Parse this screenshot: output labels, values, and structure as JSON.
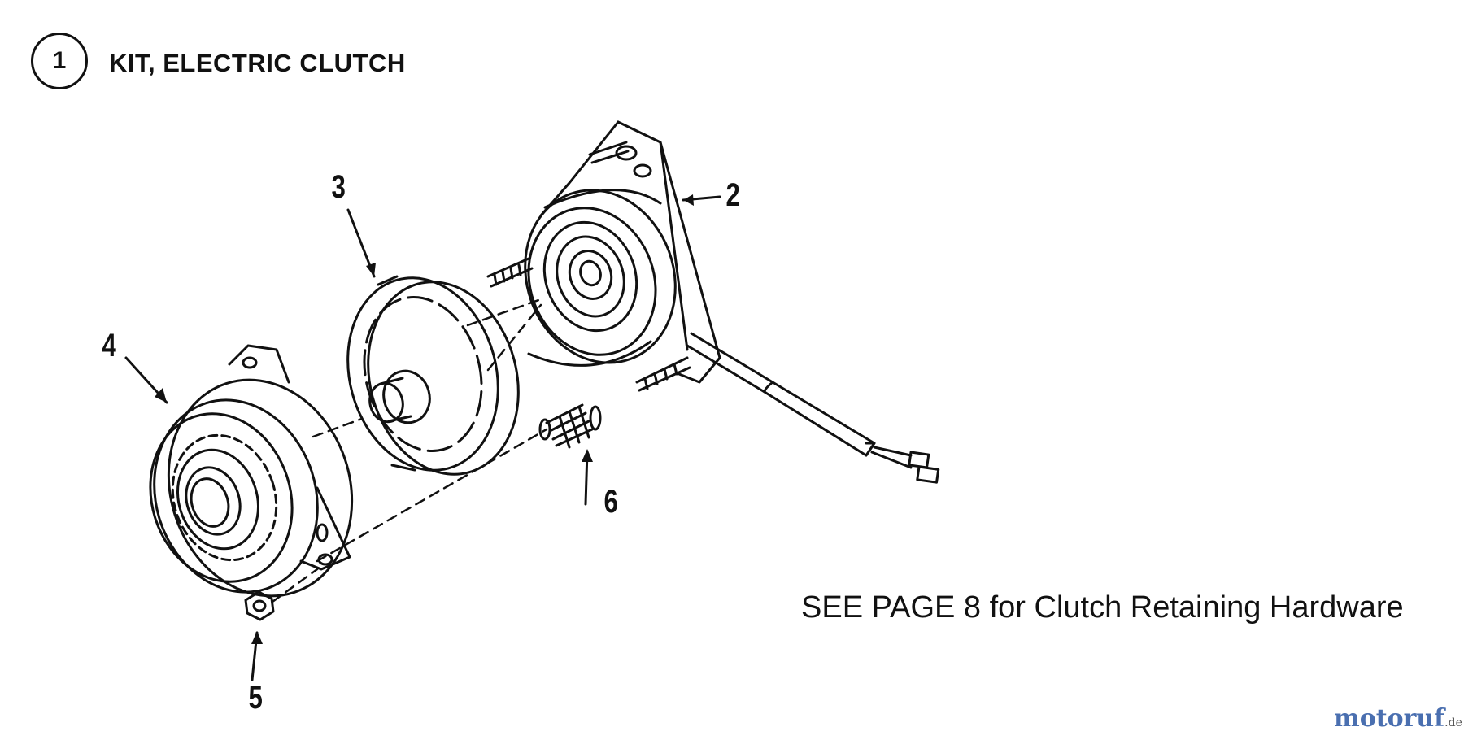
{
  "kit": {
    "number": "1",
    "title": "KIT, ELECTRIC CLUTCH"
  },
  "callouts": {
    "c2": "2",
    "c3": "3",
    "c4": "4",
    "c5": "5",
    "c6": "6"
  },
  "note": "SEE PAGE 8 for Clutch Retaining Hardware",
  "watermark": {
    "text": "motoruf",
    "suffix": ".de"
  },
  "colors": {
    "line": "#111111",
    "background": "#ffffff"
  }
}
